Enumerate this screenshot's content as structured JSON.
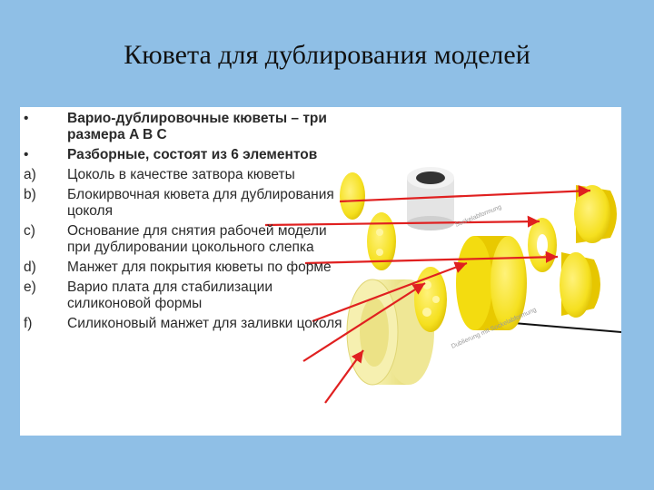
{
  "title": "Кювета для дублирования моделей",
  "list": [
    {
      "marker": "•",
      "text": "Варио-дублировочные кюветы – три размера A B C",
      "bold": true
    },
    {
      "marker": "•",
      "text": "Разборные, состоят из 6 элементов",
      "bold": true
    },
    {
      "marker": "a)",
      "text": "Цоколь в качестве затвора кюветы",
      "bold": false
    },
    {
      "marker": "b)",
      "text": "Блокирвочная кювета для дублирования цоколя",
      "bold": false
    },
    {
      "marker": "c)",
      "text": "Основание для снятия рабочей модели при дублировании цокольного слепка",
      "bold": false
    },
    {
      "marker": "d)",
      "text": "Манжет для покрытия кюветы по форме",
      "bold": false
    },
    {
      "marker": "e)",
      "text": "Варио плата для стабилизации силиконовой формы",
      "bold": false
    },
    {
      "marker": "f)",
      "text": "Силиконовый манжет для заливки цоколя",
      "bold": false
    }
  ],
  "illustration": {
    "watermarks": [
      "Sockelabformung",
      "Dublierung mit Sockelabformung"
    ],
    "colors": {
      "yellow": "#f5e23a",
      "yellow_dark": "#d9b800",
      "sleeve": "#f3ec9a",
      "arrow": "#e02020"
    }
  }
}
